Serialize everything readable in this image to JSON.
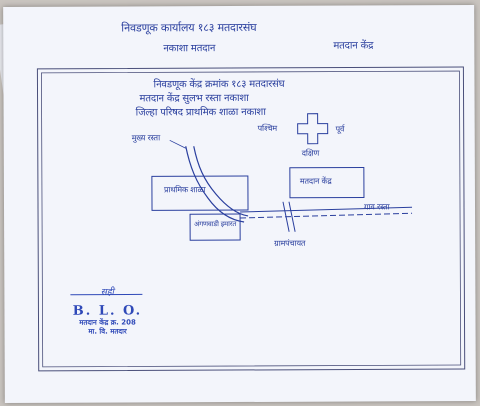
{
  "document": {
    "top_heading_line1": "निवडणूक कार्यालय १८३ मतदारसंघ",
    "top_heading_line2_left": "नकाशा मतदान",
    "top_heading_line2_right": "मतदान केंद्र",
    "box_heading_line1": "निवडणूक केंद्र क्रमांक १८३ मतदारसंघ",
    "box_heading_line2": "मतदान केंद्र सुलभ रस्ता नकाशा",
    "box_heading_line3": "जिल्हा परिषद प्राथमिक शाळा नकाशा"
  },
  "map_labels": {
    "top_left": "मुख्य रस्ता",
    "compass_west": "पश्चिम",
    "compass_east": "पूर्व",
    "compass_south": "दक्षिण",
    "building_left": "प्राथमिक शाळा",
    "building_right": "मतदान केंद्र",
    "road_right": "गाव रस्ता",
    "building_small": "अंगणवाडी इमारत",
    "bottom_label": "ग्रामपंचायत"
  },
  "stamp": {
    "signature": "सही",
    "title": "B. L. O.",
    "line1": "मतदान केंद्र क्र. 208",
    "line2": "मा. वि. मतदार"
  },
  "colors": {
    "paper": "#f3f5fb",
    "ink": "#2a3f9e",
    "stamp_ink": "#2f49b8"
  }
}
